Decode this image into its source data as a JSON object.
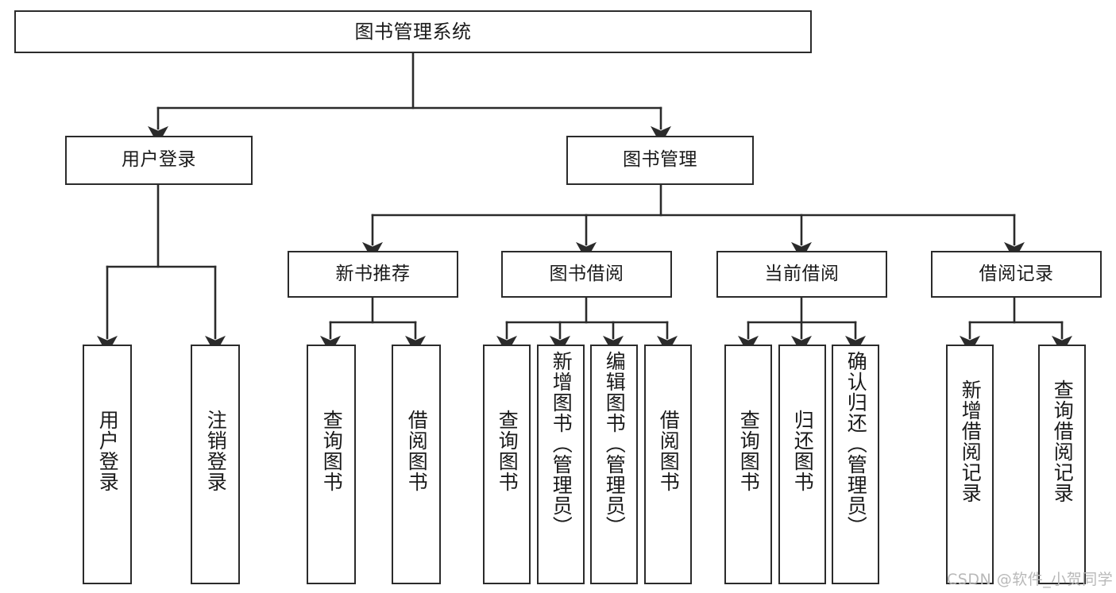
{
  "diagram": {
    "type": "tree",
    "title": "图书管理系统",
    "watermark": "CSDN @软件_小贺同学",
    "colors": {
      "node_border": "#2b2b2b",
      "node_fill": "#ffffff",
      "edge": "#2b2b2b",
      "text": "#1a1a1a",
      "watermark": "#b9b9b9",
      "background": "#ffffff"
    },
    "levels": {
      "root": [
        "图书管理系统"
      ],
      "level2": [
        "用户登录",
        "图书管理"
      ],
      "level3": [
        "新书推荐",
        "图书借阅",
        "当前借阅",
        "借阅记录"
      ],
      "leaves": [
        "用户登录",
        "注销登录",
        "查询图书",
        "借阅图书",
        "查询图书",
        "新增图书（管理员）",
        "编辑图书（管理员）",
        "借阅图书",
        "查询图书",
        "归还图书",
        "确认归还（管理员）",
        "新增借阅记录",
        "查询借阅记录"
      ]
    },
    "nodes": {
      "root": {
        "label": "图书管理系统"
      },
      "user_login": {
        "label": "用户登录"
      },
      "book_mgmt": {
        "label": "图书管理"
      },
      "new_book_rec": {
        "label": "新书推荐"
      },
      "book_borrow": {
        "label": "图书借阅"
      },
      "current_borrow": {
        "label": "当前借阅"
      },
      "borrow_record": {
        "label": "借阅记录"
      },
      "leaf_user_login": {
        "label": "用户登录"
      },
      "leaf_logout": {
        "label": "注销登录"
      },
      "leaf_query_book_1": {
        "label": "查询图书"
      },
      "leaf_borrow_book_1": {
        "label": "借阅图书"
      },
      "leaf_query_book_2": {
        "label": "查询图书"
      },
      "leaf_add_book_admin": {
        "label": "新增图书（管理员）"
      },
      "leaf_edit_book_admin": {
        "label": "编辑图书（管理员）"
      },
      "leaf_borrow_book_2": {
        "label": "借阅图书"
      },
      "leaf_query_book_3": {
        "label": "查询图书"
      },
      "leaf_return_book": {
        "label": "归还图书"
      },
      "leaf_confirm_return_admin": {
        "label": "确认归还（管理员）"
      },
      "leaf_add_borrow_record": {
        "label": "新增借阅记录"
      },
      "leaf_query_borrow_record": {
        "label": "查询借阅记录"
      }
    },
    "edges": [
      {
        "from": "root",
        "to": "user_login"
      },
      {
        "from": "root",
        "to": "book_mgmt"
      },
      {
        "from": "user_login",
        "to": "leaf_user_login"
      },
      {
        "from": "user_login",
        "to": "leaf_logout"
      },
      {
        "from": "book_mgmt",
        "to": "new_book_rec"
      },
      {
        "from": "book_mgmt",
        "to": "book_borrow"
      },
      {
        "from": "book_mgmt",
        "to": "current_borrow"
      },
      {
        "from": "book_mgmt",
        "to": "borrow_record"
      },
      {
        "from": "new_book_rec",
        "to": "leaf_query_book_1"
      },
      {
        "from": "new_book_rec",
        "to": "leaf_borrow_book_1"
      },
      {
        "from": "book_borrow",
        "to": "leaf_query_book_2"
      },
      {
        "from": "book_borrow",
        "to": "leaf_add_book_admin"
      },
      {
        "from": "book_borrow",
        "to": "leaf_edit_book_admin"
      },
      {
        "from": "book_borrow",
        "to": "leaf_borrow_book_2"
      },
      {
        "from": "current_borrow",
        "to": "leaf_query_book_3"
      },
      {
        "from": "current_borrow",
        "to": "leaf_return_book"
      },
      {
        "from": "current_borrow",
        "to": "leaf_confirm_return_admin"
      },
      {
        "from": "borrow_record",
        "to": "leaf_add_borrow_record"
      },
      {
        "from": "borrow_record",
        "to": "leaf_query_borrow_record"
      }
    ]
  }
}
